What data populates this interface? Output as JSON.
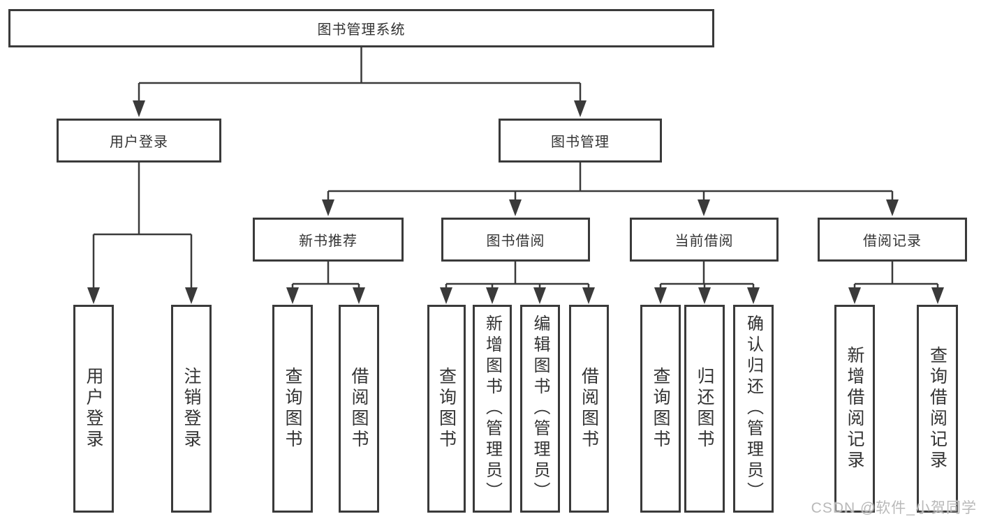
{
  "diagram": {
    "root": {
      "label": "图书管理系统"
    },
    "branches": [
      {
        "label": "用户登录",
        "leaves": [
          {
            "label": "用户登录"
          },
          {
            "label": "注销登录"
          }
        ]
      },
      {
        "label": "图书管理",
        "groups": [
          {
            "label": "新书推荐",
            "leaves": [
              {
                "label": "查询图书"
              },
              {
                "label": "借阅图书"
              }
            ]
          },
          {
            "label": "图书借阅",
            "leaves": [
              {
                "label": "查询图书"
              },
              {
                "label": "新增图书（管理员）"
              },
              {
                "label": "编辑图书（管理员）"
              },
              {
                "label": "借阅图书"
              }
            ]
          },
          {
            "label": "当前借阅",
            "leaves": [
              {
                "label": "查询图书"
              },
              {
                "label": "归还图书"
              },
              {
                "label": "确认归还（管理员）"
              }
            ]
          },
          {
            "label": "借阅记录",
            "leaves": [
              {
                "label": "新增借阅记录"
              },
              {
                "label": "查询借阅记录"
              }
            ]
          }
        ]
      }
    ]
  },
  "watermark": {
    "text": "CSDN @软件_小贺同学"
  },
  "colors": {
    "line": "#3a3a3a",
    "box_border": "#3a3a3a",
    "text": "#333333",
    "watermark": "#b9b9b9",
    "background": "#ffffff"
  }
}
